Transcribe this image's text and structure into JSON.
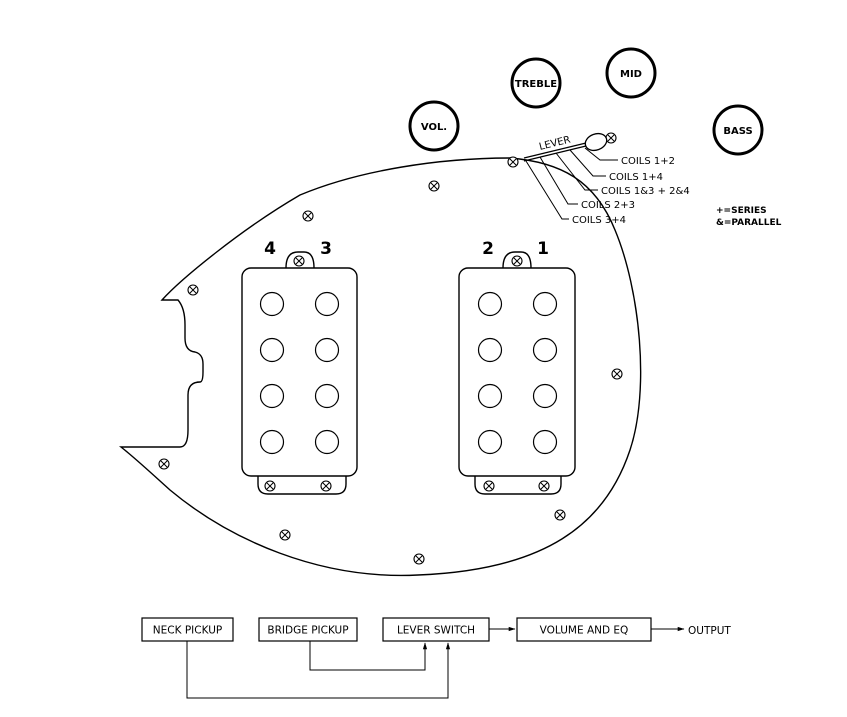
{
  "knobs": {
    "vol": "VOL.",
    "treble": "TREBLE",
    "mid": "MID",
    "bass": "BASS"
  },
  "lever": {
    "label": "LEVER",
    "positions": [
      "COILS 1+2",
      "COILS 1+4",
      "COILS 1&3  +  2&4",
      "COILS 2+3",
      "COILS 3+4"
    ]
  },
  "legend": {
    "series": "+=SERIES",
    "parallel": "&=PARALLEL"
  },
  "pickups": {
    "neck_coils": [
      "4",
      "3"
    ],
    "bridge_coils": [
      "2",
      "1"
    ]
  },
  "signal_flow": {
    "neck_pickup": "NECK PICKUP",
    "bridge_pickup": "BRIDGE PICKUP",
    "lever_switch": "LEVER SWITCH",
    "volume_eq": "VOLUME AND EQ",
    "output": "OUTPUT"
  }
}
